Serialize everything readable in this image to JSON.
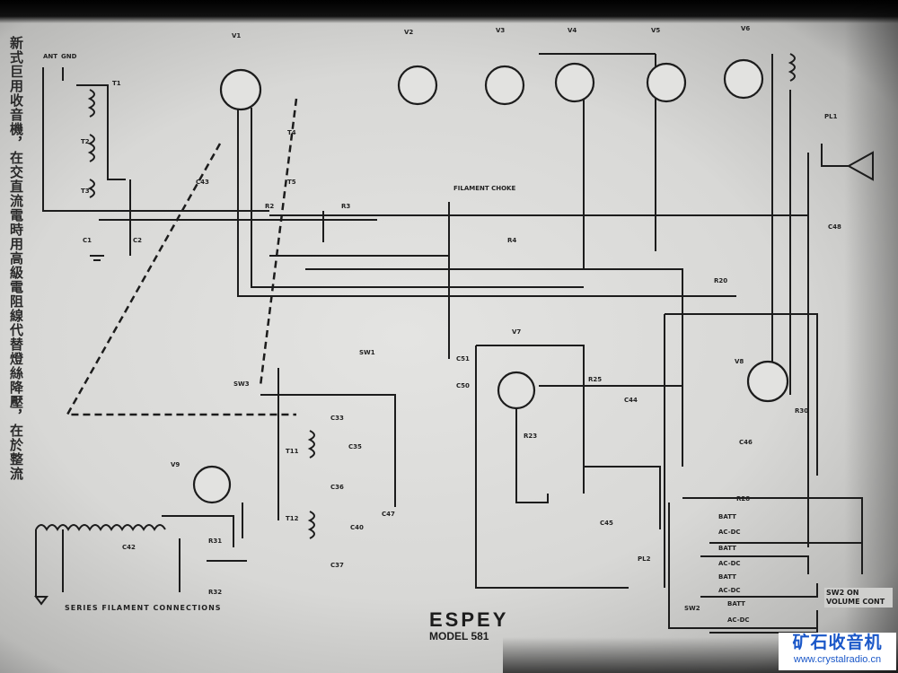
{
  "sidebar_text": "新式巨用收音機，在交直流電時用高級電阻線代替燈絲降壓，在於整流",
  "title": {
    "brand": "ESPEY",
    "model": "MODEL 581"
  },
  "filament_caption": "SERIES FILAMENT CONNECTIONS",
  "watermark": {
    "chinese": "矿石收音机",
    "url": "www.crystalradio.cn"
  },
  "tubes": [
    {
      "label": "V1"
    },
    {
      "label": "V2"
    },
    {
      "label": "V3"
    },
    {
      "label": "V4"
    },
    {
      "label": "V5"
    },
    {
      "label": "V6"
    },
    {
      "label": "V7"
    },
    {
      "label": "V8"
    },
    {
      "label": "V9"
    }
  ],
  "labels": {
    "ant": "ANT",
    "gnd": "GND",
    "t1": "T1",
    "t2": "T2",
    "t3": "T3",
    "t4": "T4",
    "t5": "T5",
    "c1": "C1",
    "c2": "C2",
    "c43": "C43",
    "r2": "R2",
    "r3": "R3",
    "r4": "R4",
    "choke": "FILAMENT CHOKE",
    "r20": "R20",
    "c48": "C48",
    "pl1": "PL1",
    "pl2": "PL2",
    "sw3": "SW3",
    "sw1": "SW1",
    "c51": "C51",
    "c50": "C50",
    "c33": "C33",
    "c35": "C35",
    "c36": "C36",
    "c37": "C37",
    "c40": "C40",
    "c47": "C47",
    "t11": "T11",
    "t12": "T12",
    "r25": "R25",
    "c44": "C44",
    "r23": "R23",
    "c45": "C45",
    "c46": "C46",
    "r30": "R30",
    "r28": "R28",
    "r31": "R31",
    "r32": "R32",
    "c42": "C42",
    "batt1": "BATT",
    "acdc1": "AC-DC",
    "batt2": "BATT",
    "acdc2": "AC-DC",
    "batt3": "BATT",
    "acdc3": "AC-DC",
    "batt4": "BATT",
    "acdc4": "AC-DC",
    "sw2": "SW2",
    "sw2_note": "SW2 ON VOLUME CONT"
  }
}
